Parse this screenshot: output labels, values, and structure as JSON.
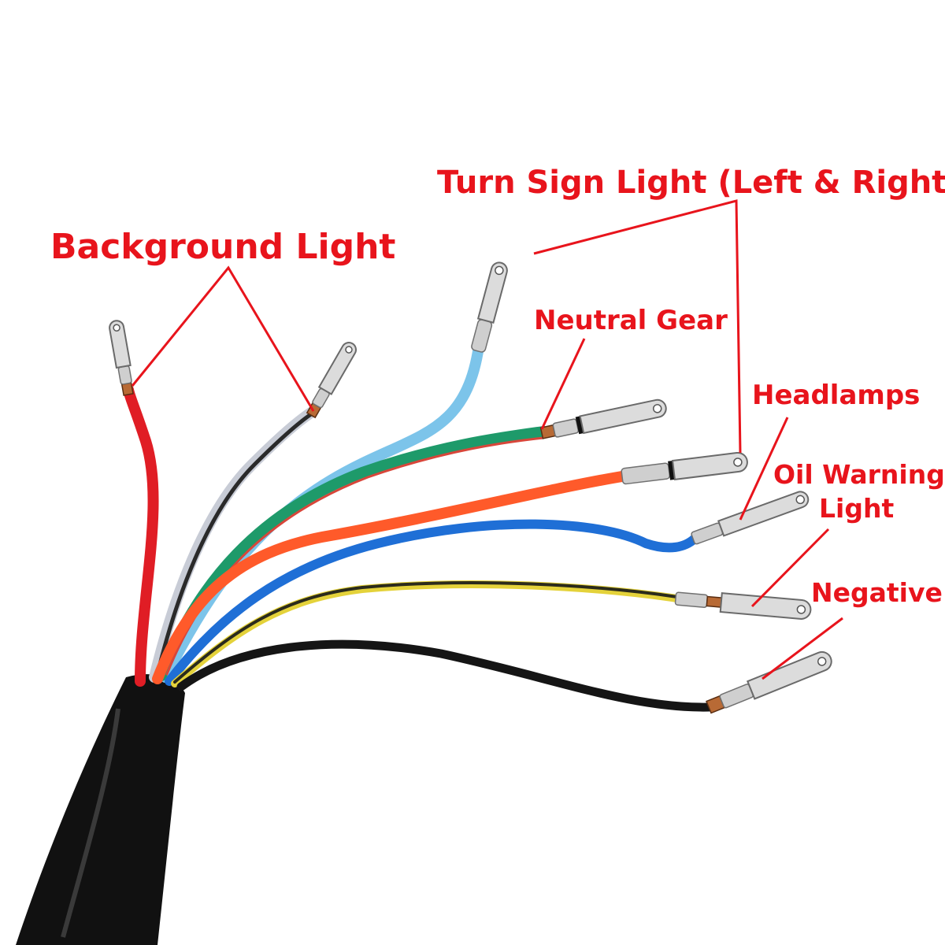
{
  "labels": {
    "background_light": "Background Light",
    "turn_sign_light": "Turn Sign Light (Left & Right)",
    "neutral_gear": "Neutral Gear",
    "headlamps": "Headlamps",
    "oil_warning_line1": "Oil Warning",
    "oil_warning_line2": "Light",
    "negative": "Negative"
  },
  "colors": {
    "label": "#e8141c",
    "sheath": "#111111",
    "wires": {
      "red": "#e01d25",
      "black_grey": "#2a2a2a",
      "light_blue": "#7cc4ea",
      "green": "#1e9a6a",
      "orange": "#ff5a2a",
      "blue": "#1f6fd6",
      "yellow_black": "#3b3a1a",
      "black": "#151515"
    }
  }
}
